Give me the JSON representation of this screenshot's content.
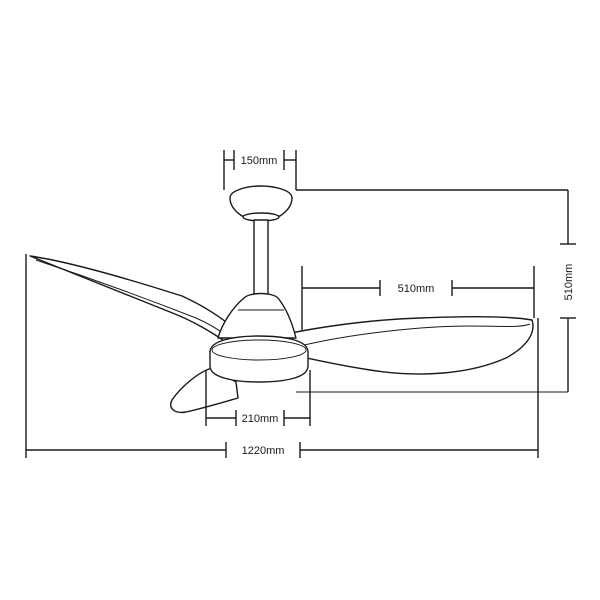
{
  "dimensions": {
    "mount_width": "150mm",
    "drop_height": "510mm",
    "blade_reach": "510mm",
    "light_diameter": "210mm",
    "overall_diameter": "1220mm"
  }
}
